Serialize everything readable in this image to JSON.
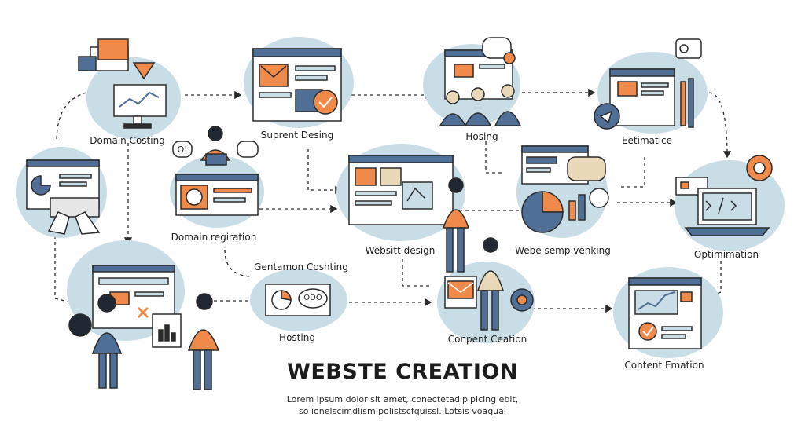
{
  "title": "WEBSTE CREATION",
  "subtitle_lines": [
    "Lorem ipsum dolor sit amet, conectetadipipicing ebit,",
    "so ionelscimdlism polistscfquissl. Lotsis voaqual"
  ],
  "nodes": [
    {
      "id": "n1",
      "label": "Domain Costing"
    },
    {
      "id": "n2",
      "label": "Suprent Desing"
    },
    {
      "id": "n3",
      "label": "Hosing"
    },
    {
      "id": "n4",
      "label": "Eetimatice"
    },
    {
      "id": "n5",
      "label": "Domain regiration"
    },
    {
      "id": "n6",
      "label": "Websitt design"
    },
    {
      "id": "n7",
      "label": "Webe semp venking"
    },
    {
      "id": "n8",
      "label": "Optimimation"
    },
    {
      "id": "n9",
      "label": "Gentamon Coshting"
    },
    {
      "id": "n10",
      "label": "Hosting"
    },
    {
      "id": "n11",
      "label": "Conpent Ceation"
    },
    {
      "id": "n12",
      "label": "Content Emation"
    },
    {
      "id": "n13",
      "label": ""
    }
  ],
  "bubble_texts": [
    "O!",
    "ODO"
  ],
  "colors": {
    "blob": "#c9dde6",
    "orange": "#f08a4b",
    "blue": "#4f6f96",
    "dark": "#1f2733",
    "frame": "#2b2b2b",
    "paper": "#ffffff",
    "tan": "#e9d9b8"
  }
}
